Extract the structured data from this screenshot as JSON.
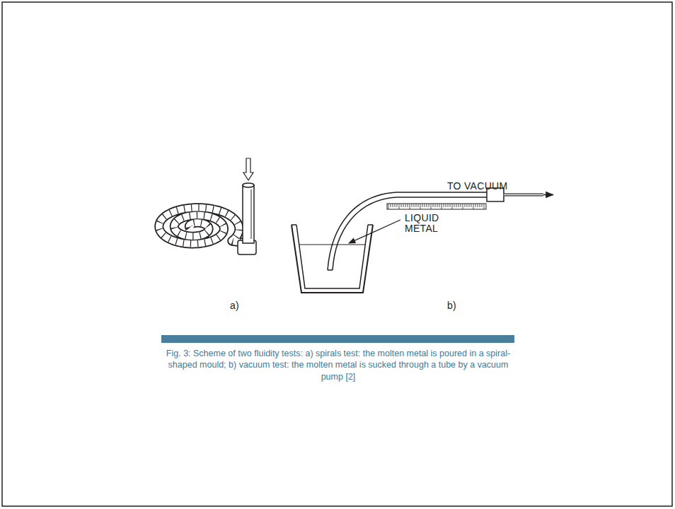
{
  "diagram": {
    "caption": "Fig. 3: Scheme of two fluidity tests: a) spirals test: the molten metal is poured in a spiral-shaped mould; b) vacuum test: the molten metal is sucked through a tube by a vacuum pump [2]",
    "labels": [
      "TO VACUUM",
      "LIQUID METAL",
      "a)",
      "b)"
    ]
  }
}
